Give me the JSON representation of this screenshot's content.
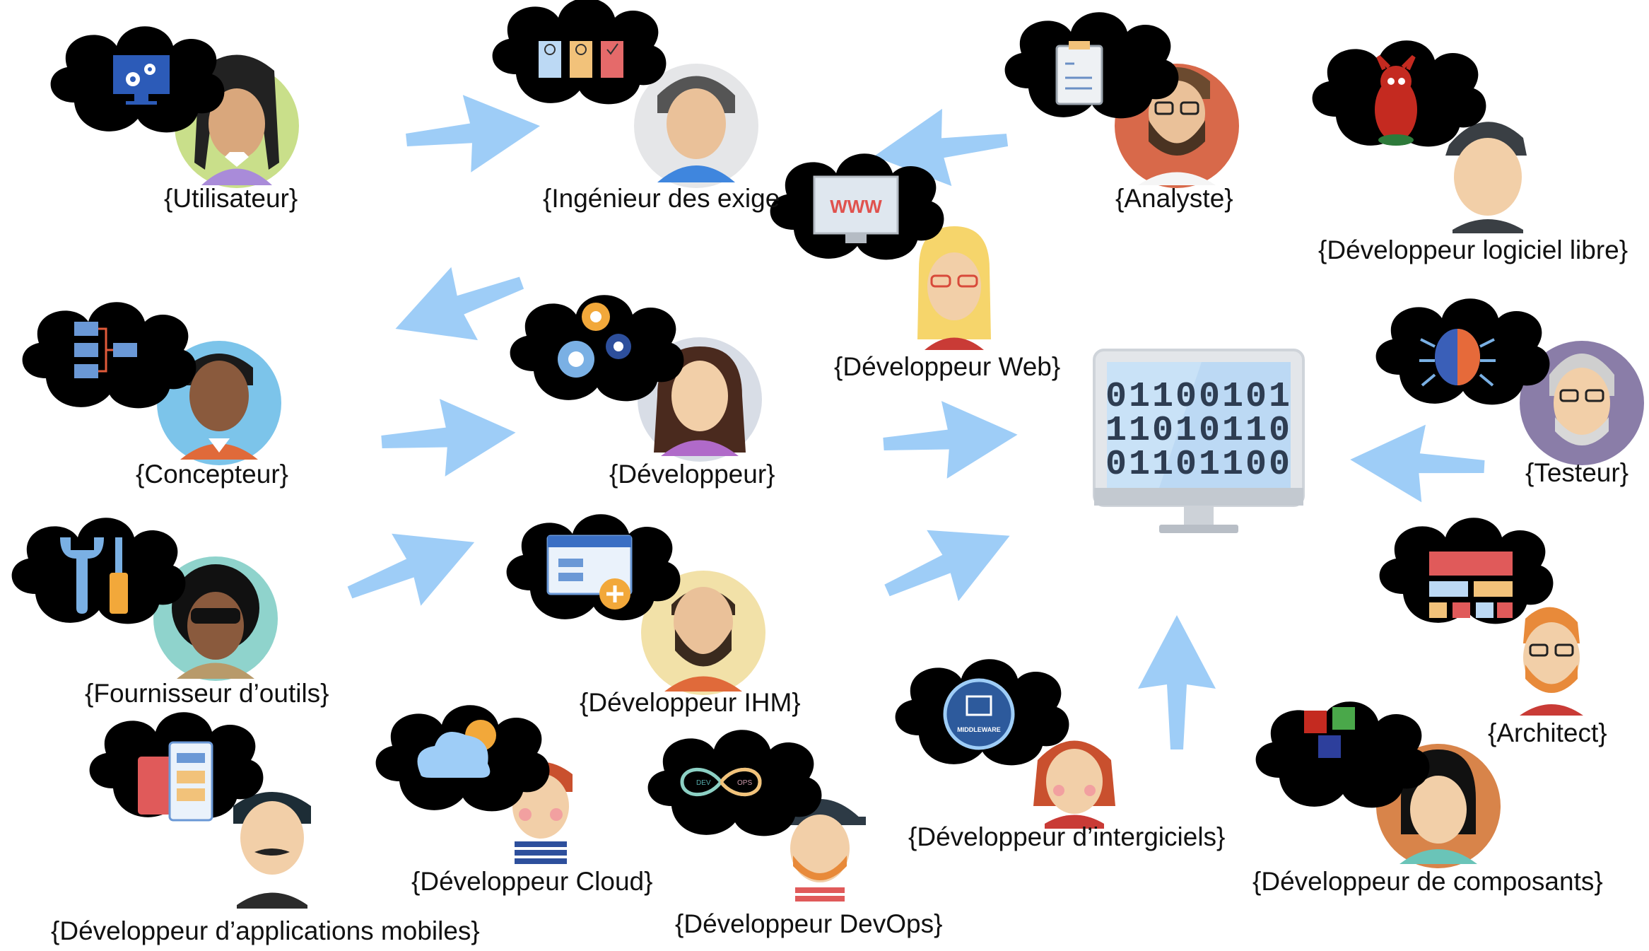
{
  "roles": {
    "utilisateur": "{Utilisateur}",
    "ingenieur": "{Ingénieur des exige",
    "analyste": "{Analyste}",
    "logiciel_libre": "{Développeur logiciel libre}",
    "web": "{Développeur Web}",
    "concepteur": "{Concepteur}",
    "developpeur": "{Développeur}",
    "testeur": "{Testeur}",
    "fournisseur": "{Fournisseur d’outils}",
    "ihm": "{Développeur IHM}",
    "architect": "{Architect}",
    "cloud": "{Développeur Cloud}",
    "devops": "{Développeur DevOps}",
    "intergiciels": "{Développeur d’intergiciels}",
    "composants": "{Développeur de composants}",
    "mobiles": "{Développeur d’applications mobiles}"
  },
  "icons": {
    "www": "WWW",
    "middleware": "MIDDLEWARE",
    "dev": "DEV",
    "ops": "OPS"
  },
  "binary": [
    "01100101",
    "11010110",
    "01101100"
  ],
  "colors": {
    "arrow": "#9ecdf7",
    "skin": "#f2cfa8",
    "screen": "#cfe2f6"
  }
}
